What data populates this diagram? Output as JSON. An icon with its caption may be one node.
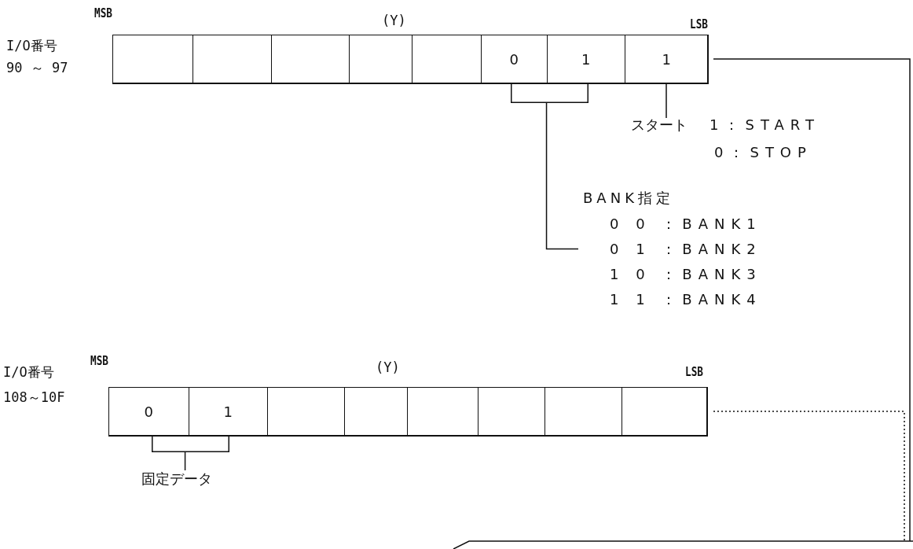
{
  "diagram": {
    "nodes": [
      {
        "text": [],
        "shape": "box",
        "beside": [
          "I/O番号",
          "90 ～ 97",
          "MSB",
          "(Y)",
          "LSB"
        ]
      },
      {
        "text": [],
        "shape": "box",
        "in": 0
      },
      {
        "text": [],
        "shape": "box",
        "in": 0
      },
      {
        "text": [],
        "shape": "box",
        "in": 0
      },
      {
        "text": [],
        "shape": "box",
        "in": 0
      },
      {
        "text": [],
        "shape": "box",
        "in": 0
      },
      {
        "text": [
          "0"
        ],
        "in": 0
      },
      {
        "text": [
          "1"
        ],
        "in": 0
      },
      {
        "text": [
          "1"
        ],
        "in": 0
      },
      {
        "text": [],
        "shape": "box",
        "beside": [
          "I/O番号",
          "108～10F",
          "MSB",
          "(Y)",
          "LSB"
        ]
      },
      {
        "text": [
          "0"
        ],
        "in": 9
      },
      {
        "text": [
          "1"
        ],
        "in": 9
      },
      {
        "text": [],
        "shape": "box",
        "in": 9
      },
      {
        "text": [],
        "shape": "box",
        "in": 9
      },
      {
        "text": [],
        "shape": "box",
        "in": 9
      },
      {
        "text": [],
        "shape": "box",
        "in": 9
      },
      {
        "text": [],
        "shape": "box",
        "in": 9
      },
      {
        "text": [],
        "shape": "box",
        "in": 9
      },
      {
        "text": [
          "スタート",
          "1：START",
          "0：STOP"
        ]
      },
      {
        "text": [
          "BANK指定",
          "0 0 ：BANK1",
          "0 1 ：BANK2",
          "1 0 ：BANK3",
          "1 1 ：BANK4"
        ]
      },
      {
        "text": [
          "固定データ"
        ]
      },
      {
        "text": [],
        "shape": "bracket"
      },
      {
        "text": [],
        "shape": "bracket"
      }
    ],
    "edges": [
      {
        "from": 18,
        "to": 8,
        "arrow": "none"
      },
      {
        "from": 19,
        "to": 21,
        "arrow": "none"
      },
      {
        "from": 20,
        "to": 22,
        "arrow": "none"
      },
      {
        "from": 0,
        "to": null,
        "arrow": "none"
      },
      {
        "from": 9,
        "to": null,
        "arrow": "none",
        "style": "dashed"
      }
    ]
  }
}
